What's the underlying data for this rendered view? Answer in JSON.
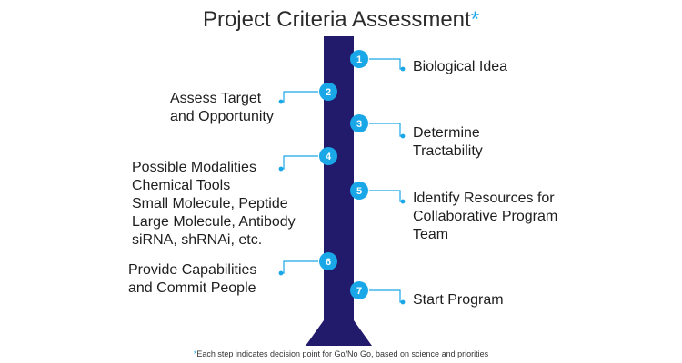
{
  "title": {
    "text": "Project Criteria Assessment",
    "marker": "*"
  },
  "colors": {
    "accent": "#1aa7e8",
    "pillar": "#221a6b",
    "text": "#1e1e1e"
  },
  "steps": [
    {
      "number": "1",
      "side": "right",
      "lines": [
        "Biological Idea"
      ]
    },
    {
      "number": "2",
      "side": "left",
      "lines": [
        "Assess Target",
        "and Opportunity"
      ]
    },
    {
      "number": "3",
      "side": "right",
      "lines": [
        "Determine",
        "Tractability"
      ]
    },
    {
      "number": "4",
      "side": "left",
      "lines": [
        "Possible Modalities",
        "Chemical Tools",
        "Small Molecule, Peptide",
        "Large Molecule, Antibody",
        "siRNA, shRNAi, etc."
      ]
    },
    {
      "number": "5",
      "side": "right",
      "lines": [
        "Identify Resources for",
        "Collaborative Program",
        "Team"
      ]
    },
    {
      "number": "6",
      "side": "left",
      "lines": [
        "Provide Capabilities",
        "and Commit People"
      ]
    },
    {
      "number": "7",
      "side": "right",
      "lines": [
        "Start Program"
      ]
    }
  ],
  "footnote": {
    "marker": "*",
    "text": "Each step indicates decision point for Go/No Go, based on science and priorities"
  }
}
